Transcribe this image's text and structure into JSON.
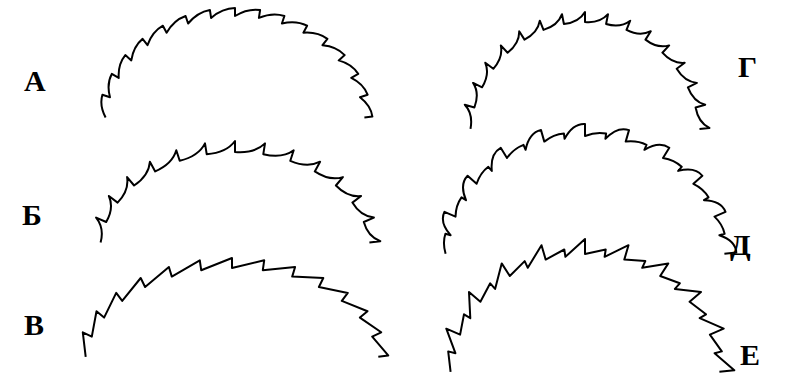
{
  "diagram": {
    "labels": [
      "А",
      "Б",
      "В",
      "Г",
      "Д",
      "Е"
    ]
  }
}
